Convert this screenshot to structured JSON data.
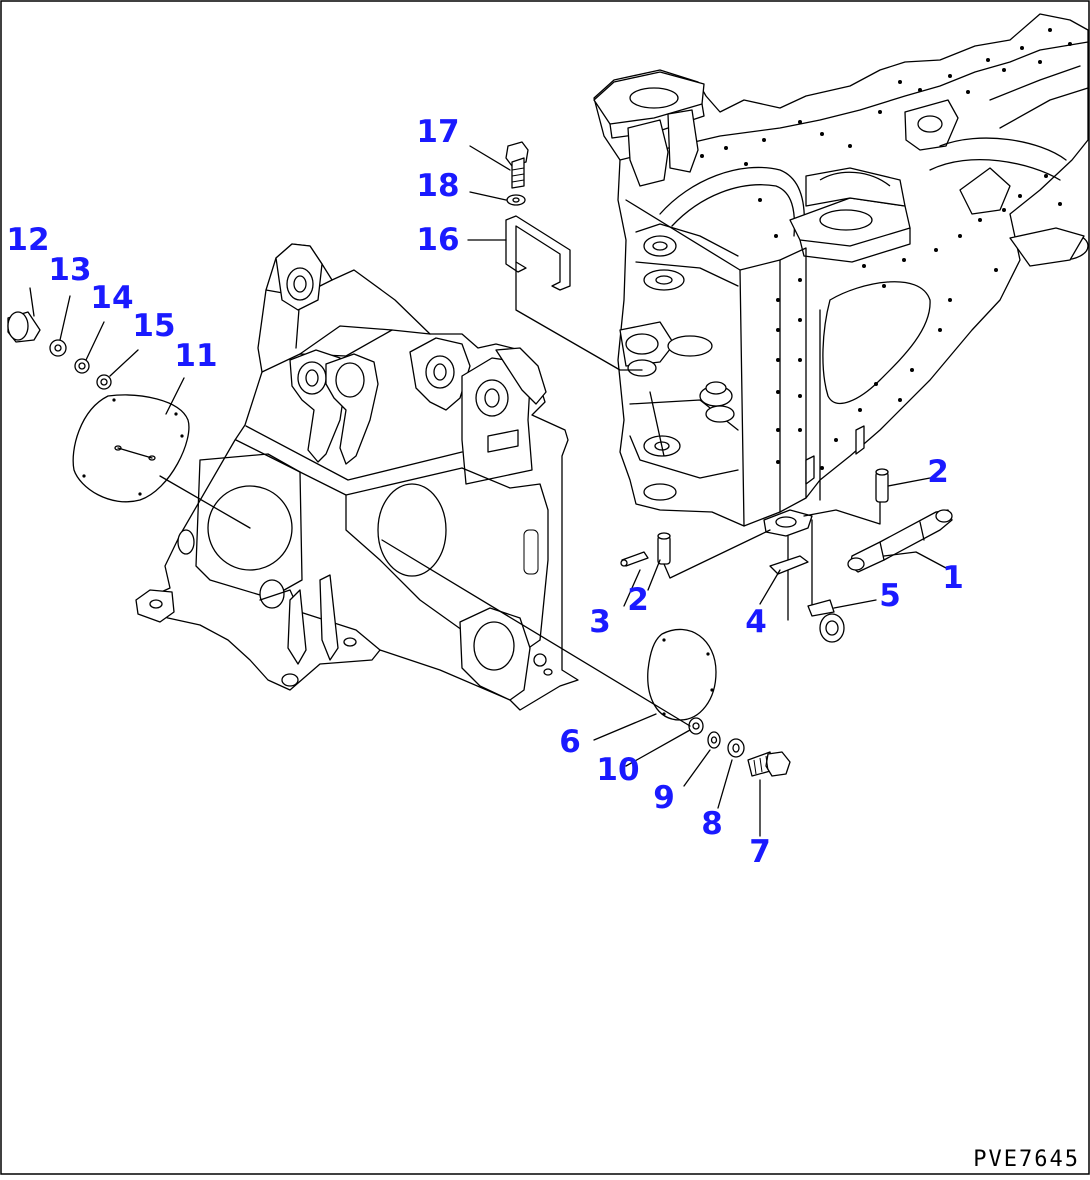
{
  "diagram": {
    "drawing_code": "PVE7645",
    "colors": {
      "callout": "#1a1aff",
      "line": "#000000",
      "background": "#ffffff"
    },
    "callouts": [
      {
        "id": "c1",
        "label": "1"
      },
      {
        "id": "c2a",
        "label": "2"
      },
      {
        "id": "c2b",
        "label": "2"
      },
      {
        "id": "c3",
        "label": "3"
      },
      {
        "id": "c4",
        "label": "4"
      },
      {
        "id": "c5",
        "label": "5"
      },
      {
        "id": "c6",
        "label": "6"
      },
      {
        "id": "c7",
        "label": "7"
      },
      {
        "id": "c8",
        "label": "8"
      },
      {
        "id": "c9",
        "label": "9"
      },
      {
        "id": "c10",
        "label": "10"
      },
      {
        "id": "c11",
        "label": "11"
      },
      {
        "id": "c12",
        "label": "12"
      },
      {
        "id": "c13",
        "label": "13"
      },
      {
        "id": "c14",
        "label": "14"
      },
      {
        "id": "c15",
        "label": "15"
      },
      {
        "id": "c16",
        "label": "16"
      },
      {
        "id": "c17",
        "label": "17"
      },
      {
        "id": "c18",
        "label": "18"
      }
    ]
  }
}
